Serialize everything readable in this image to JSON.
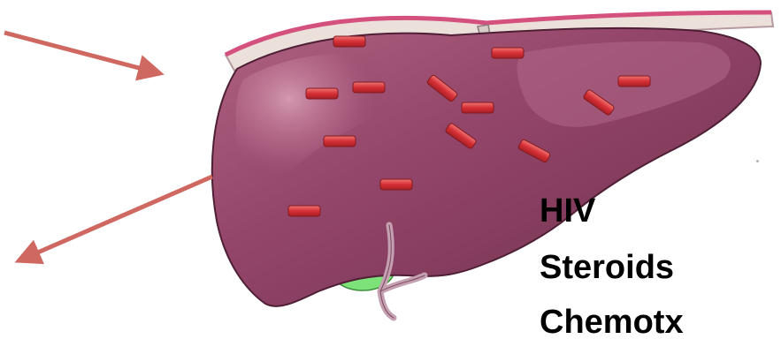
{
  "labels": [
    "HIV",
    "Steroids",
    "Chemotx"
  ],
  "colors": {
    "liver_dark": "#8a3d5d",
    "liver_mid": "#a35373",
    "liver_highlight": "#c5899f",
    "capsule_pink": "#d5517d",
    "capsule_light": "#ece0da",
    "ligament": "#d8cec8",
    "gallbladder": "#7ee27a",
    "duct": "#c4a0b0",
    "lesion": "#e04448",
    "arrow": "#d06862",
    "text": "#000000"
  },
  "icons": {
    "arrows": "arrow-icon",
    "lesions": "lesion-icon"
  }
}
